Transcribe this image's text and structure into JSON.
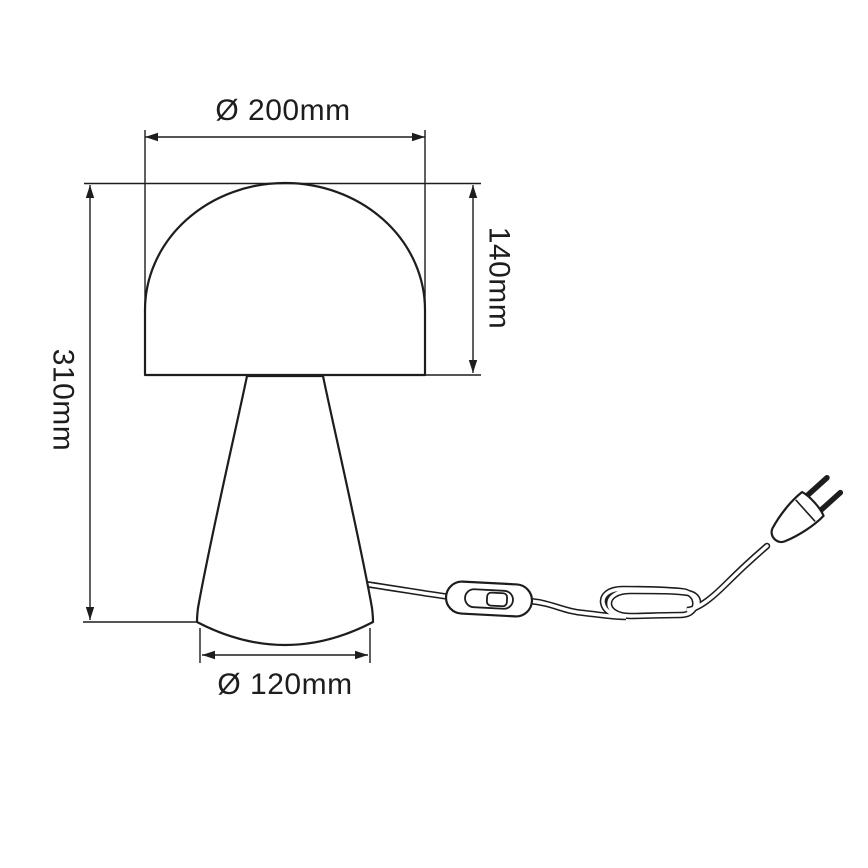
{
  "diagram": {
    "dimensions": {
      "shade_diameter": "Ø 200mm",
      "shade_height": "140mm",
      "total_height": "310mm",
      "base_diameter": "Ø 120mm"
    },
    "colors": {
      "line": "#1d1d1b",
      "background": "#ffffff"
    }
  }
}
